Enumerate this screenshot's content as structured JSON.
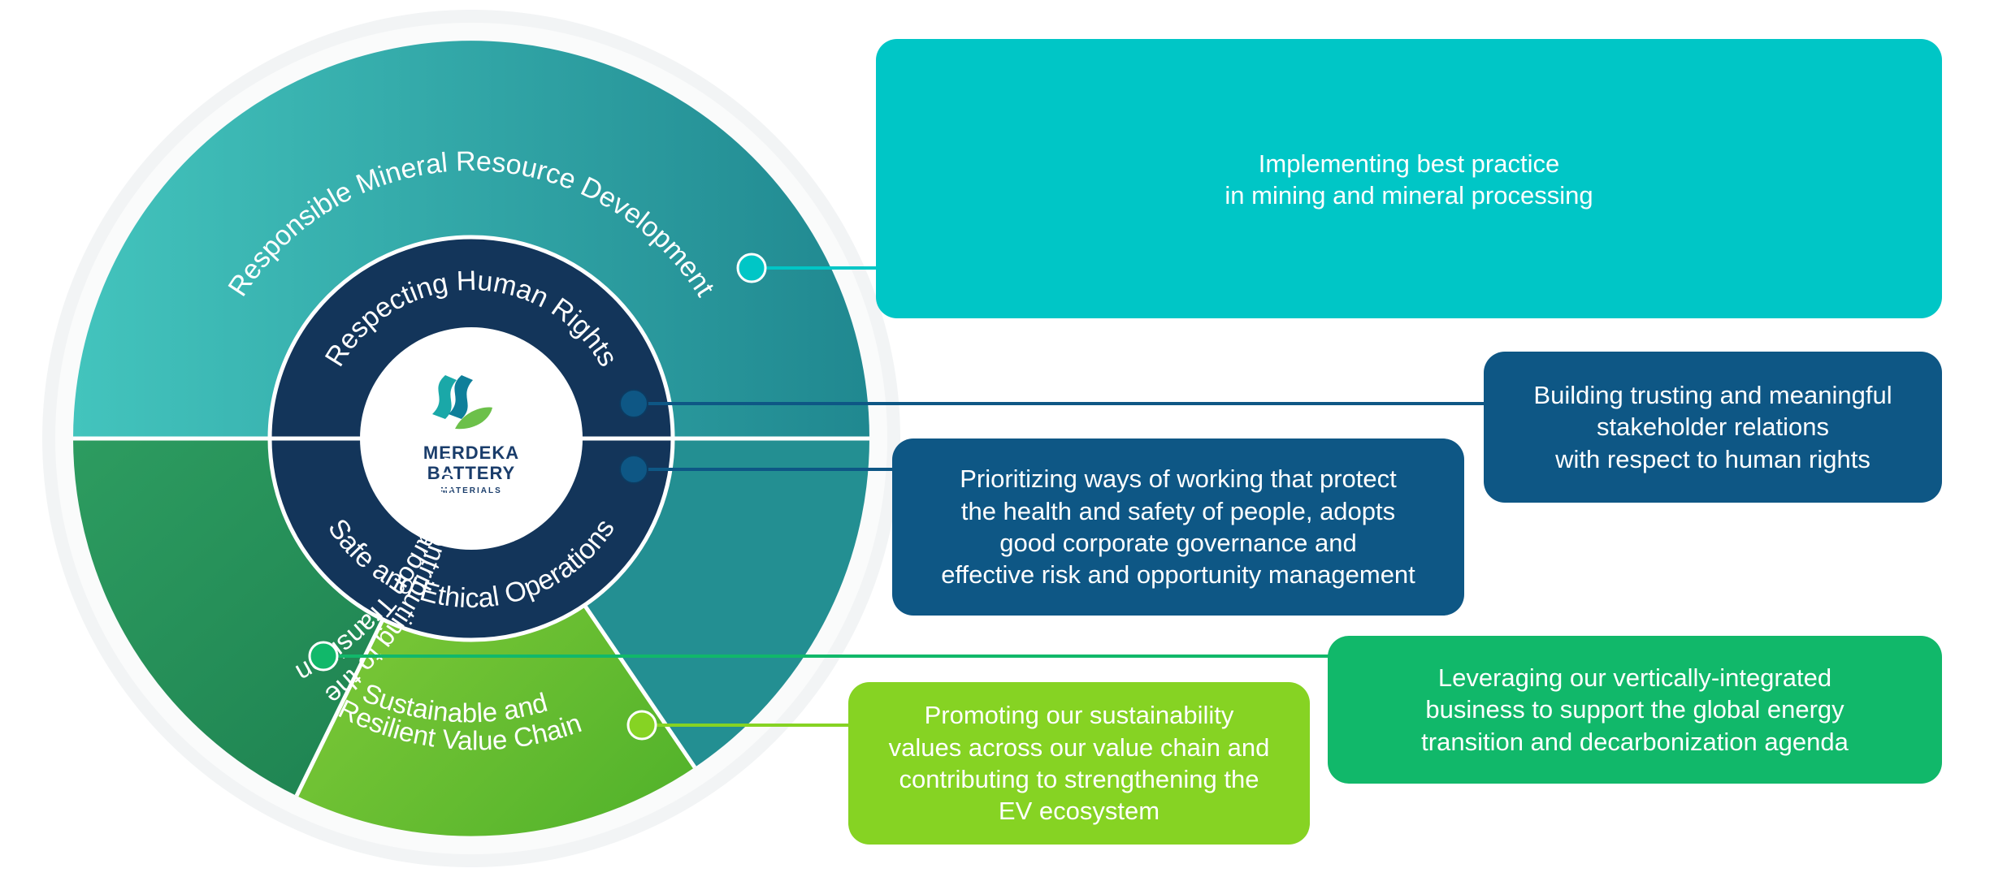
{
  "colors": {
    "teal_light": "#3fbfb8",
    "teal_dark": "#238f92",
    "navy": "#13355a",
    "green_dark": "#1e8a55",
    "green_mid": "#2ea765",
    "lime": "#6fc12d",
    "box_mineral": "#00c6c6",
    "box_blue": "#0e5785",
    "box_green": "#11b86a",
    "box_lime": "#86d323"
  },
  "logo": {
    "name_line1": "MERDEKA",
    "name_line2": "BATTERY",
    "name_line3": "MATERIALS"
  },
  "segments": {
    "mineral": "Responsible Mineral Resource Development",
    "human_rights": "Respecting Human Rights",
    "safe_ops": "Safe and Ethical Operations",
    "low_carbon_line1": "Contributing to the",
    "low_carbon_line2": "Low-Carbon Transition",
    "value_chain_line1": "Sustainable and",
    "value_chain_line2": "Resilient Value Chain"
  },
  "callouts": {
    "mineral": "Implementing best practice\nin mining and mineral processing",
    "human_rights": "Building trusting and meaningful\nstakeholder relations\nwith respect to human rights",
    "safe_ops": "Prioritizing ways of working that protect\nthe health and safety of people, adopts\ngood corporate governance and\neffective risk and opportunity management",
    "low_carbon": "Leveraging our vertically-integrated\nbusiness to support the global energy\ntransition and decarbonization agenda",
    "value_chain": "Promoting our sustainability\nvalues across our value chain and\ncontributing to strengthening the\nEV ecosystem"
  }
}
